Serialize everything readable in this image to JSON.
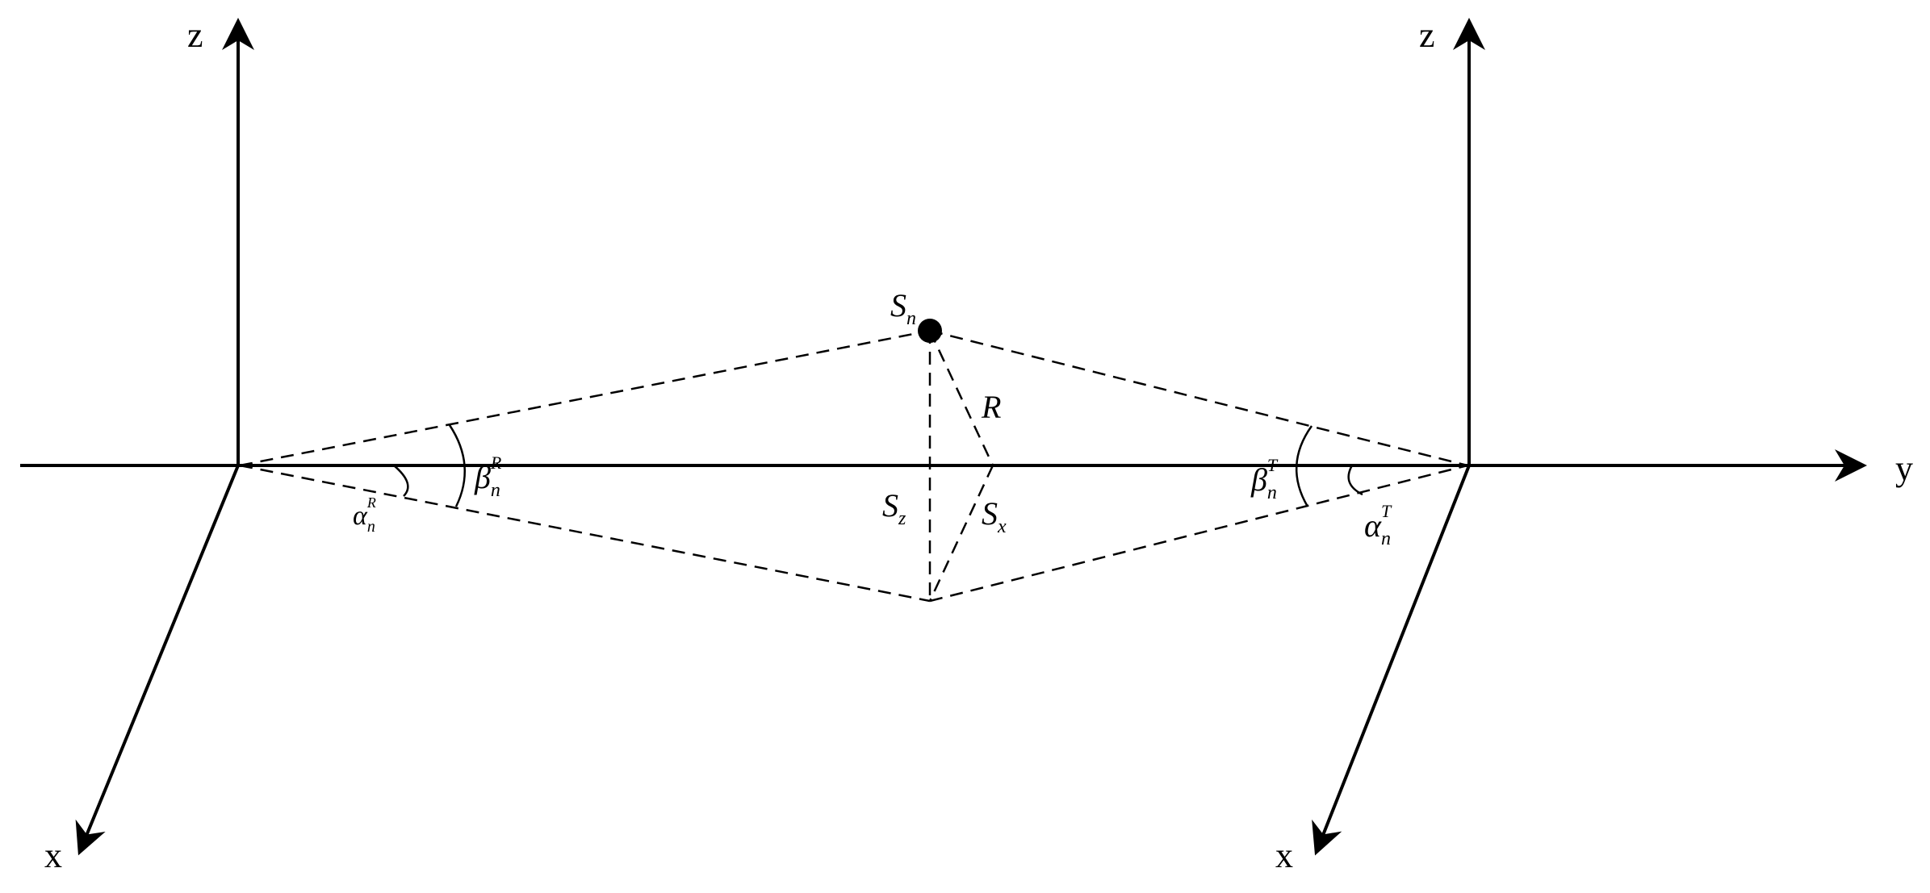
{
  "diagram": {
    "axes": {
      "left_z": "z",
      "left_x": "x",
      "right_z": "z",
      "right_x": "x",
      "y": "y"
    },
    "labels": {
      "scatterer": {
        "base": "S",
        "sub": "n"
      },
      "radius": "R",
      "sz": {
        "base": "S",
        "sub": "z"
      },
      "sx": {
        "base": "S",
        "sub": "x"
      },
      "beta_r": {
        "base": "β",
        "sub": "n",
        "sup": "R"
      },
      "alpha_r": {
        "base": "α",
        "sub": "n",
        "sup": "R"
      },
      "beta_t": {
        "base": "β",
        "sub": "n",
        "sup": "T"
      },
      "alpha_t": {
        "base": "α",
        "sub": "n",
        "sup": "T"
      }
    }
  }
}
